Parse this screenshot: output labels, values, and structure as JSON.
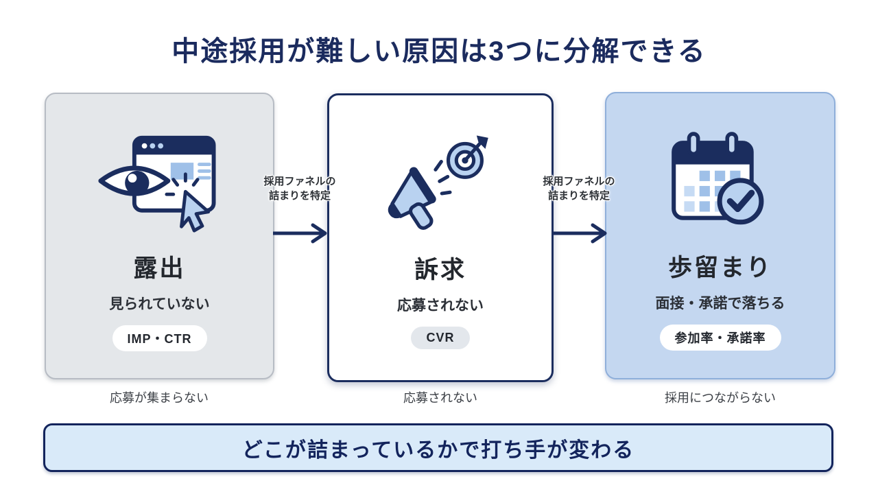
{
  "title": "中途採用が難しい原因は3つに分解できる",
  "cards": [
    {
      "icon": "browser-eye-click-icon",
      "title": "露出",
      "subtitle": "見られていない",
      "badge": "IMP・CTR",
      "caption": "応募が集まらない"
    },
    {
      "icon": "megaphone-target-icon",
      "title": "訴求",
      "subtitle": "応募されない",
      "badge": "CVR",
      "caption": "応募されない"
    },
    {
      "icon": "calendar-check-icon",
      "title": "歩留まり",
      "subtitle": "面接・承諾で落ちる",
      "badge": "参加率・承諾率",
      "caption": "採用につながらない"
    }
  ],
  "arrows": [
    {
      "line1": "採用ファネルの",
      "line2": "詰まりを特定"
    },
    {
      "line1": "採用ファネルの",
      "line2": "詰まりを特定"
    }
  ],
  "footer": "どこが詰まっているかで打ち手が変わる",
  "colors": {
    "navy": "#1b2d5e",
    "icon_light_blue": "#b9d2f0",
    "card_gray": "#e4e7ea",
    "card_blue": "#c4d7f0",
    "footer_blue": "#d9eaf9"
  }
}
